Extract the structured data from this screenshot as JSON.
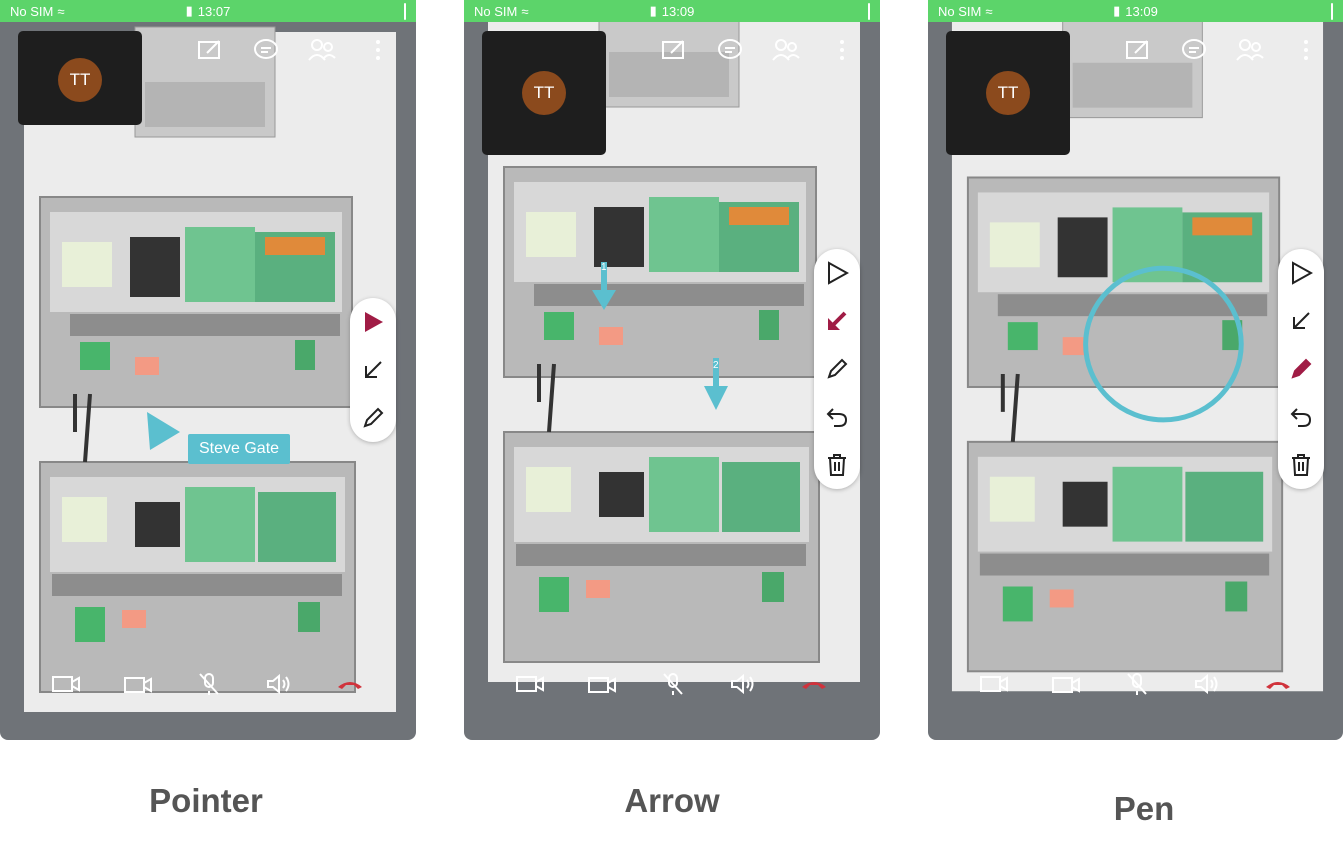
{
  "status": {
    "carrier": "No SIM"
  },
  "screens": [
    {
      "time": "13:07",
      "avatar": "TT",
      "caption": "Pointer",
      "pointer_label": "Steve Gate"
    },
    {
      "time": "13:09",
      "avatar": "TT",
      "caption": "Arrow",
      "arrows": [
        "1",
        "2"
      ]
    },
    {
      "time": "13:09",
      "avatar": "TT",
      "caption": "Pen"
    }
  ],
  "top_icons": [
    "annotate-icon",
    "chat-icon",
    "participants-icon",
    "more-icon"
  ],
  "tools_pointer": [
    "pointer-tool-icon",
    "arrow-tool-icon",
    "pen-tool-icon"
  ],
  "tools_full": [
    "pointer-tool-icon",
    "arrow-tool-icon",
    "pen-tool-icon",
    "undo-icon",
    "trash-icon"
  ],
  "bottom_icons": [
    "camera-icon",
    "switch-camera-icon",
    "mic-off-icon",
    "speaker-icon",
    "end-call-icon"
  ],
  "colors": {
    "statusbar": "#5cd46a",
    "active_tool": "#a01c45",
    "annotation": "#5bbfcf",
    "end_call": "#d0333c"
  }
}
